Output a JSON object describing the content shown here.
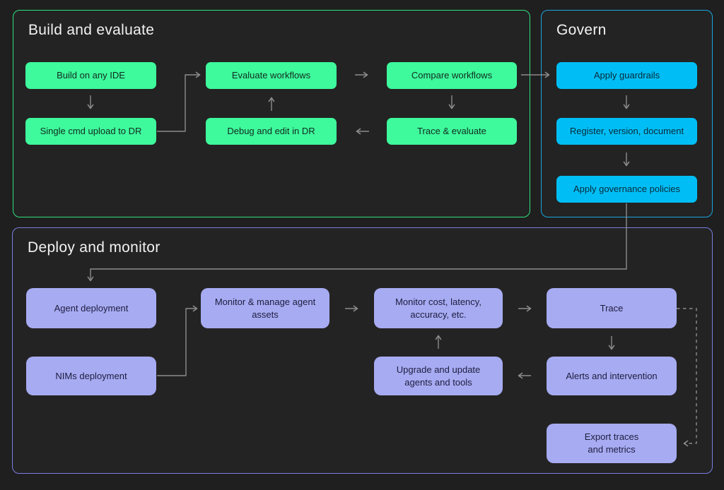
{
  "colors": {
    "page_bg": "#1f1f1f",
    "green_border": "#2fe07f",
    "green_fill": "#3efa9d",
    "green_text": "#112a1d",
    "blue_border": "#1ba5e0",
    "blue_fill": "#00bef5",
    "blue_text": "#08293a",
    "purple_border": "#7a7ee3",
    "purple_fill": "#a7abf2",
    "purple_text": "#1d1d3e",
    "title_text": "#f2f2f2",
    "connector": "#8c8c8c"
  },
  "sections": {
    "build": {
      "title": "Build and evaluate"
    },
    "govern": {
      "title": "Govern"
    },
    "deploy": {
      "title": "Deploy and monitor"
    }
  },
  "nodes": {
    "build_ide": "Build on any IDE",
    "build_upload": "Single cmd upload to DR",
    "build_eval": "Evaluate workflows",
    "build_debug": "Debug and edit in DR",
    "build_compare": "Compare workflows",
    "build_trace": "Trace & evaluate",
    "gov_guardrails": "Apply guardrails",
    "gov_register": "Register, version, document",
    "gov_policies": "Apply governance policies",
    "dep_agent": "Agent deployment",
    "dep_nims": "NIMs deployment",
    "dep_assets": "Monitor & manage agent\nassets",
    "dep_cost": "Monitor cost, latency,\naccuracy, etc.",
    "dep_upgrade": "Upgrade and update\nagents and tools",
    "dep_trace": "Trace",
    "dep_alerts": "Alerts and intervention",
    "dep_export": "Export traces\nand metrics"
  }
}
